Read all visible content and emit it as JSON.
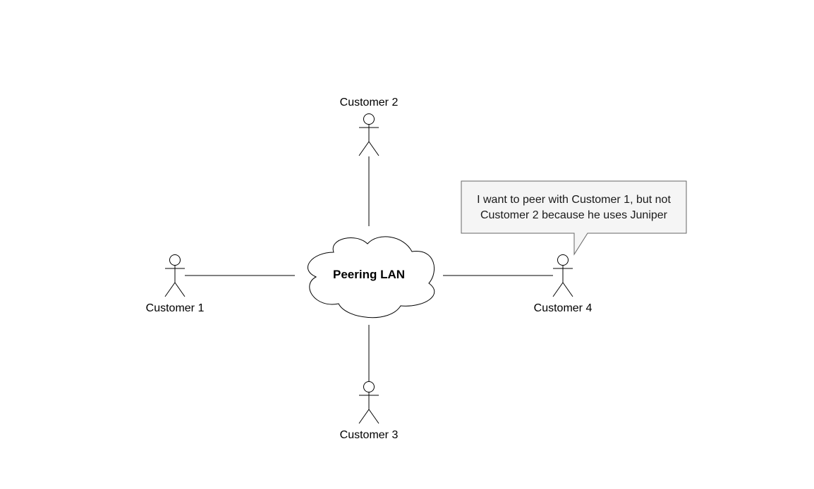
{
  "diagram": {
    "title": "",
    "cloud": {
      "label": "Peering LAN"
    },
    "actors": [
      {
        "id": "customer-1",
        "label": "Customer 1"
      },
      {
        "id": "customer-2",
        "label": "Customer 2"
      },
      {
        "id": "customer-3",
        "label": "Customer 3"
      },
      {
        "id": "customer-4",
        "label": "Customer 4"
      }
    ],
    "callout": {
      "text": "I want to peer with Customer 1, but not Customer 2 because he uses Juniper",
      "attached_to": "customer-4",
      "fill": "#f5f5f5",
      "stroke": "#666666"
    },
    "connections": [
      {
        "from": "customer-1",
        "to": "Peering LAN"
      },
      {
        "from": "customer-2",
        "to": "Peering LAN"
      },
      {
        "from": "customer-3",
        "to": "Peering LAN"
      },
      {
        "from": "customer-4",
        "to": "Peering LAN"
      }
    ],
    "colors": {
      "background": "#ffffff",
      "stroke": "#000000"
    }
  }
}
